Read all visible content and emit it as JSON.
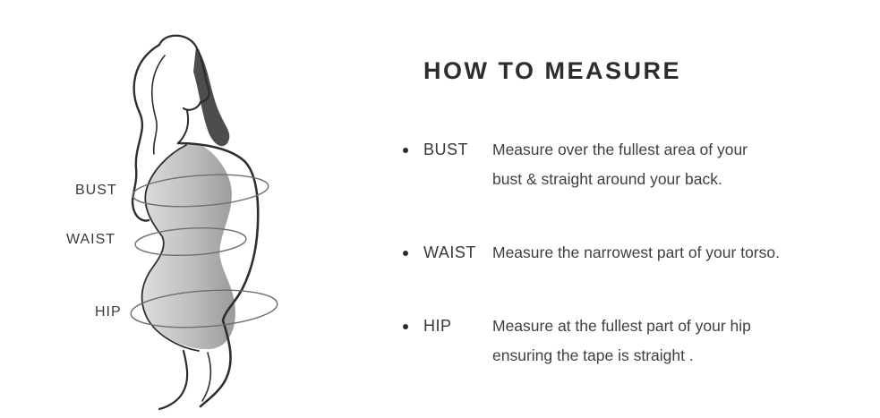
{
  "illustration": {
    "labels": [
      {
        "text": "BUST"
      },
      {
        "text": "WAIST"
      },
      {
        "text": "HIP"
      }
    ]
  },
  "content": {
    "title": "HOW TO MEASURE",
    "items": [
      {
        "label": "BUST",
        "line1": "Measure over the fullest area of your",
        "line2": "bust & straight around your back."
      },
      {
        "label": "WAIST",
        "line1": "Measure the narrowest part of your torso.",
        "line2": ""
      },
      {
        "label": "HIP",
        "line1": "Measure at the fullest part of your hip",
        "line2": "ensuring the tape is straight ."
      }
    ]
  },
  "colors": {
    "line": "#2e2e2e",
    "text": "#3f3f3f",
    "shade_dark": "#8f8f8f",
    "shade_light": "#e6e6e6"
  }
}
